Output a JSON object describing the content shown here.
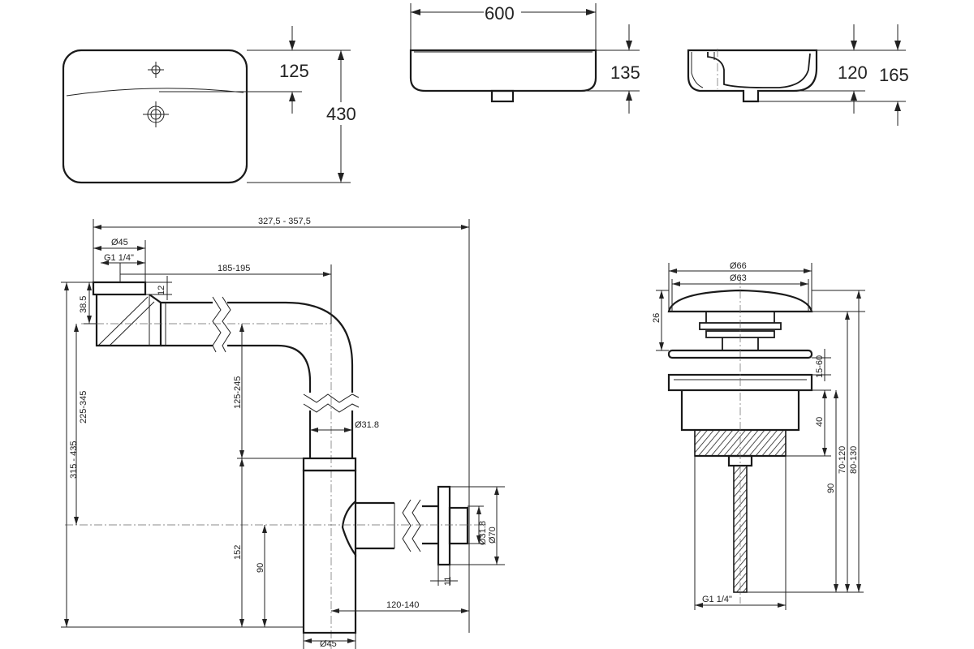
{
  "basin_top": {
    "depth_label": "430",
    "tap_offset_label": "125"
  },
  "basin_front": {
    "width_label": "600",
    "height_label": "135"
  },
  "basin_side": {
    "inner_height_label": "120",
    "outer_height_label": "165"
  },
  "siphon": {
    "overall_width_label": "327,5 - 357,5",
    "inlet_diameter_label": "Ø45",
    "inlet_thread_label": "G1 1/4\"",
    "horizontal_run_label": "185-195",
    "cap_height_label": "12",
    "elbow_height_label": "38.5",
    "total_height_label": "315 - 435",
    "outlet_height_label": "225-345",
    "vertical_pipe_label": "125-245",
    "pipe_diameter_label": "Ø31.8",
    "body_height_label": "152",
    "outlet_axis_label": "90",
    "outlet_pipe_diameter_label": "Ø31.8",
    "flange_diameter_label": "Ø70",
    "flange_thickness_label": "11",
    "outlet_reach_label": "120-140",
    "bottle_diameter_label": "Ø45"
  },
  "drain_valve": {
    "cap_outer_diameter_label": "Ø66",
    "cap_inner_diameter_label": "Ø63",
    "cap_height_label": "26",
    "gap_label": "15-60",
    "thread_length_label": "40",
    "stem_length_label": "90",
    "range_a_label": "70-120",
    "range_b_label": "80-130",
    "thread_label": "G1 1/4\""
  }
}
